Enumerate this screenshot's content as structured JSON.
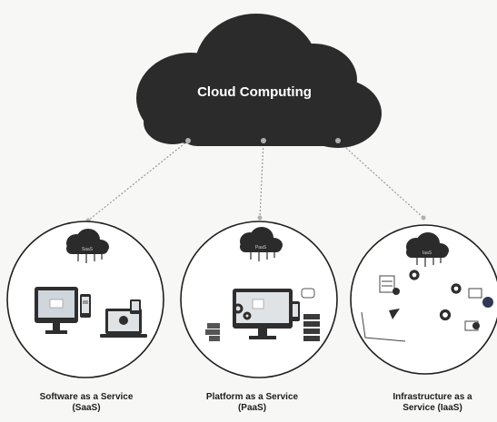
{
  "main_cloud": {
    "label": "Cloud Computing"
  },
  "services": [
    {
      "icon_label": "SaaS",
      "caption_line1": "Software as a Service",
      "caption_line2": "(SaaS)"
    },
    {
      "icon_label": "PaaS",
      "caption_line1": "Platform as a Service",
      "caption_line2": "(PaaS)"
    },
    {
      "icon_label": "IaaS",
      "caption_line1": "Infrastructure as a",
      "caption_line2": "Service (IaaS)"
    }
  ],
  "colors": {
    "cloud": "#2b2b2b",
    "line": "#9a9a9a",
    "circle_stroke": "#1f1f1f",
    "text": "#1c1c1c"
  }
}
